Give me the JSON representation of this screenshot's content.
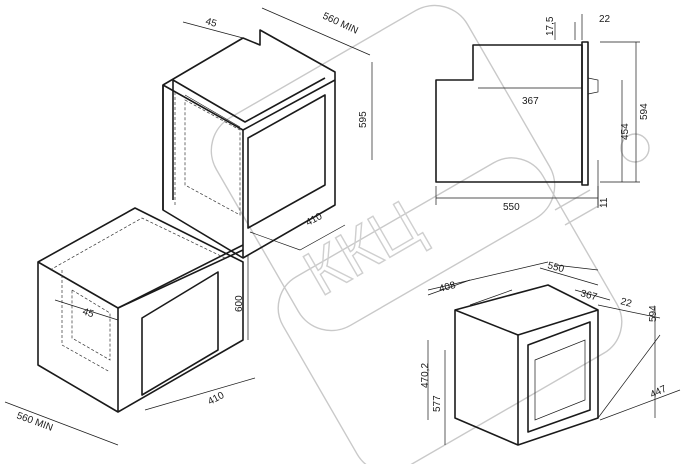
{
  "watermark": "ККЦ",
  "niche_column": {
    "width_top": "45",
    "depth": "560 MIN",
    "height": "595",
    "opening": "410"
  },
  "niche_under_counter": {
    "width_top": "45",
    "height": "600",
    "depth": "560 MIN",
    "opening": "410"
  },
  "side_view": {
    "door_gap": "17,5",
    "front_panel": "22",
    "inner_depth": "367",
    "total_depth": "550",
    "height": "594",
    "inner_height": "454",
    "bottom_gap": "11"
  },
  "oven_3d": {
    "top_depth": "408",
    "total_depth": "550",
    "depth_367": "367",
    "front_22": "22",
    "height": "594",
    "width": "447",
    "mid_height": "470,2",
    "low_height": "577"
  }
}
